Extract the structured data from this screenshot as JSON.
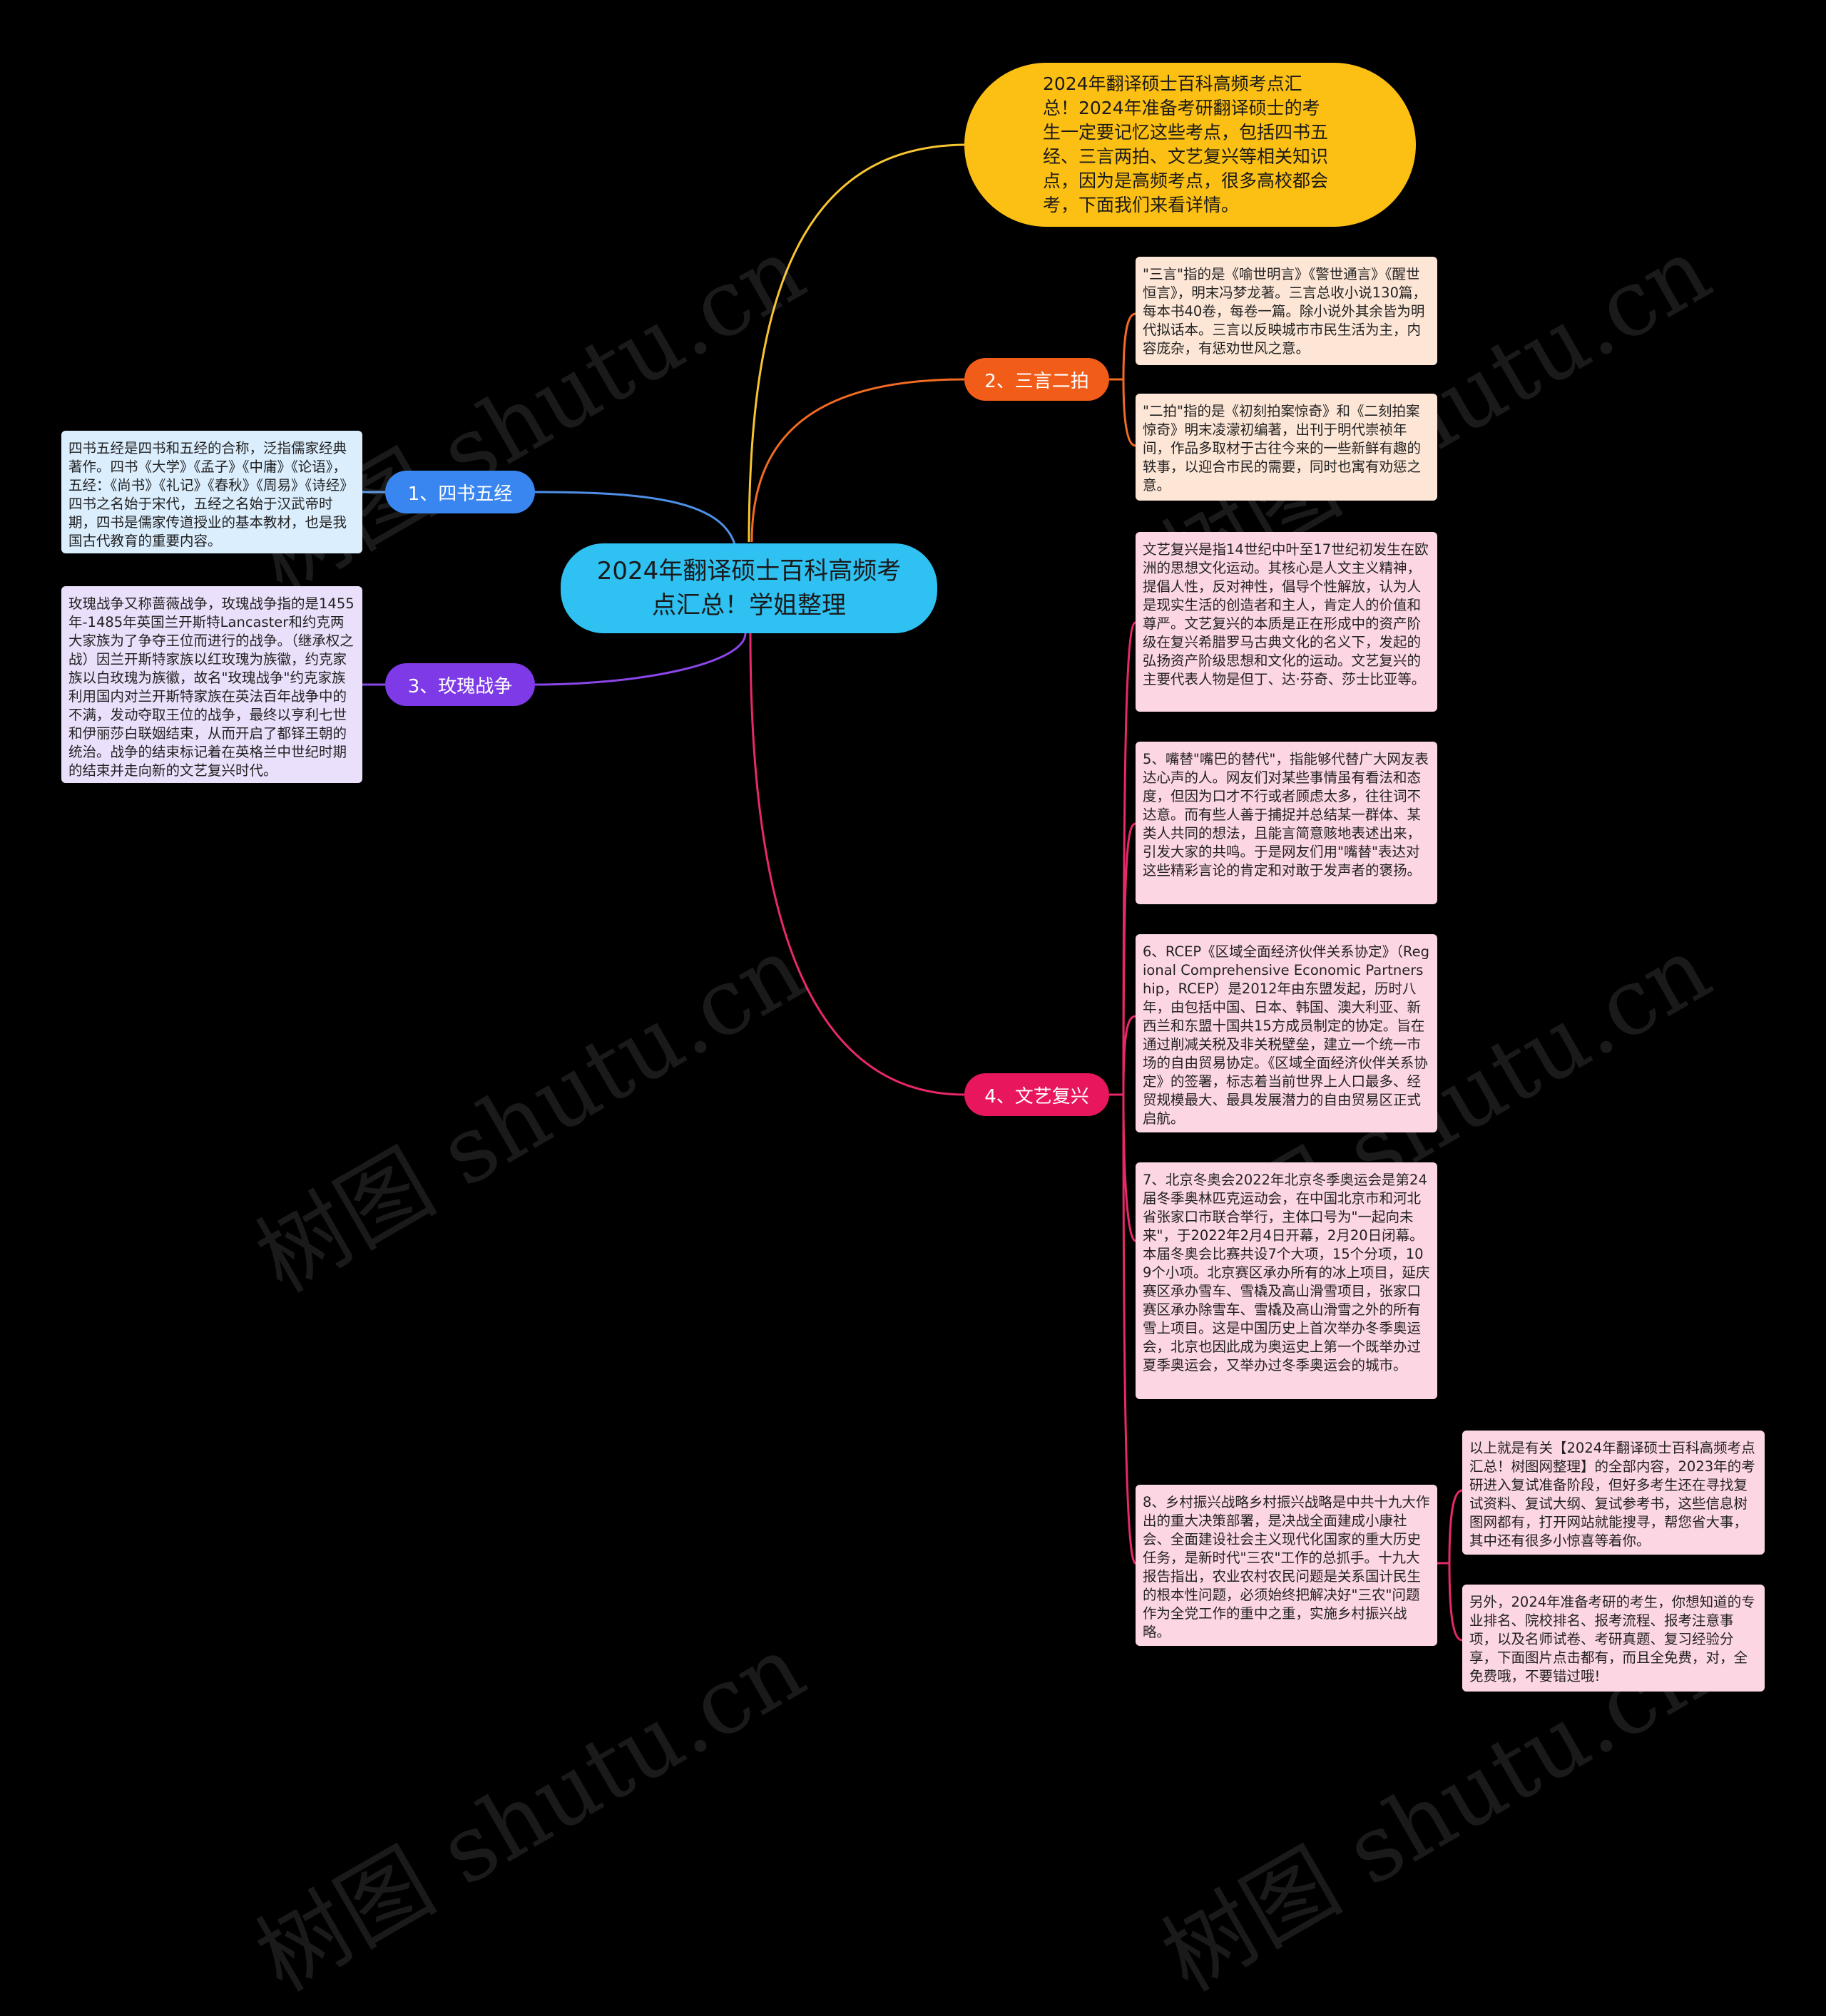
{
  "colors": {
    "background": "#000000",
    "center": "#2ec1f2",
    "intro": "#fcbf13",
    "branch1": "#3a86f0",
    "branch2": "#f25c19",
    "branch3": "#7d3ae6",
    "branch4": "#e8175d",
    "line_intro": "#f7c531",
    "line_branch1": "#4f8fe6",
    "line_branch2": "#f26b22",
    "line_branch3": "#8a47e8",
    "line_branch4": "#e8286c"
  },
  "watermark": "树图 shutu.cn",
  "center": {
    "title": "2024年翻译硕士百科高频考点汇总！学姐整理"
  },
  "intro": {
    "text": "2024年翻译硕士百科高频考点汇总！2024年准备考研翻译硕士的考生一定要记忆这些考点，包括四书五经、三言两拍、文艺复兴等相关知识点，因为是高频考点，很多高校都会考，下面我们来看详情。"
  },
  "branches": {
    "b1": {
      "label": "1、四书五经",
      "notes": [
        "四书五经是四书和五经的合称，泛指儒家经典著作。四书《大学》《孟子》《中庸》《论语》，五经：《尚书》《礼记》《春秋》《周易》《诗经》四书之名始于宋代，五经之名始于汉武帝时期，四书是儒家传道授业的基本教材，也是我国古代教育的重要内容。"
      ]
    },
    "b2": {
      "label": "2、三言二拍",
      "notes": [
        "\"三言\"指的是《喻世明言》《警世通言》《醒世恒言》，明末冯梦龙著。三言总收小说130篇，每本书40卷，每卷一篇。除小说外其余皆为明代拟话本。三言以反映城市市民生活为主，内容庞杂，有惩劝世风之意。",
        "\"二拍\"指的是《初刻拍案惊奇》和《二刻拍案惊奇》明末凌濛初编著，出刊于明代崇祯年间，作品多取材于古往今来的一些新鲜有趣的轶事，以迎合市民的需要，同时也寓有劝惩之意。"
      ]
    },
    "b3": {
      "label": "3、玫瑰战争",
      "notes": [
        "玫瑰战争又称蔷薇战争，玫瑰战争指的是1455年-1485年英国兰开斯特Lancaster和约克两大家族为了争夺王位而进行的战争。（继承权之战）因兰开斯特家族以红玫瑰为族徽，约克家族以白玫瑰为族徽，故名\"玫瑰战争\"约克家族利用国内对兰开斯特家族在英法百年战争中的不满，发动夺取王位的战争，最终以亨利七世和伊丽莎白联姻结束，从而开启了都铎王朝的统治。战争的结束标记着在英格兰中世纪时期的结束并走向新的文艺复兴时代。"
      ]
    },
    "b4": {
      "label": "4、文艺复兴",
      "notes": [
        "文艺复兴是指14世纪中叶至17世纪初发生在欧洲的思想文化运动。其核心是人文主义精神，提倡人性，反对神性，倡导个性解放，认为人是现实生活的创造者和主人，肯定人的价值和尊严。文艺复兴的本质是正在形成中的资产阶级在复兴希腊罗马古典文化的名义下，发起的弘扬资产阶级思想和文化的运动。文艺复兴的主要代表人物是但丁、达·芬奇、莎士比亚等。",
        "5、嘴替\"嘴巴的替代\"，指能够代替广大网友表达心声的人。网友们对某些事情虽有看法和态度，但因为口才不行或者顾虑太多，往往词不达意。而有些人善于捕捉并总结某一群体、某类人共同的想法，且能言简意赅地表述出来，引发大家的共鸣。于是网友们用\"嘴替\"表达对这些精彩言论的肯定和对敢于发声者的褒扬。",
        "6、RCEP《区域全面经济伙伴关系协定》（Regional Comprehensive Economic Partnership，RCEP）是2012年由东盟发起，历时八年，由包括中国、日本、韩国、澳大利亚、新西兰和东盟十国共15方成员制定的协定。旨在通过削减关税及非关税壁垒，建立一个统一市场的自由贸易协定。《区域全面经济伙伴关系协定》的签署，标志着当前世界上人口最多、经贸规模最大、最具发展潜力的自由贸易区正式启航。",
        "7、北京冬奥会2022年北京冬季奥运会是第24届冬季奥林匹克运动会，在中国北京市和河北省张家口市联合举行，主体口号为\"一起向未来\"，于2022年2月4日开幕，2月20日闭幕。本届冬奥会比赛共设7个大项，15个分项，109个小项。北京赛区承办所有的冰上项目，延庆赛区承办雪车、雪橇及高山滑雪项目，张家口赛区承办除雪车、雪橇及高山滑雪之外的所有雪上项目。这是中国历史上首次举办冬季奥运会，北京也因此成为奥运史上第一个既举办过夏季奥运会，又举办过冬季奥运会的城市。",
        "8、乡村振兴战略乡村振兴战略是中共十九大作出的重大决策部署，是决战全面建成小康社会、全面建设社会主义现代化国家的重大历史任务，是新时代\"三农\"工作的总抓手。十九大报告指出，农业农村农民问题是关系国计民生的根本性问题，必须始终把解决好\"三农\"问题作为全党工作的重中之重，实施乡村振兴战略。"
      ],
      "sub_notes": [
        "以上就是有关【2024年翻译硕士百科高频考点汇总！树图网整理】的全部内容，2023年的考研进入复试准备阶段，但好多考生还在寻找复试资料、复试大纲、复试参考书，这些信息树图网都有，打开网站就能搜寻，帮您省大事，其中还有很多小惊喜等着你。",
        "另外，2024年准备考研的考生，你想知道的专业排名、院校排名、报考流程、报考注意事项，以及名师试卷、考研真题、复习经验分享，下面图片点击都有，而且全免费，对，全免费哦，不要错过哦!"
      ]
    }
  }
}
